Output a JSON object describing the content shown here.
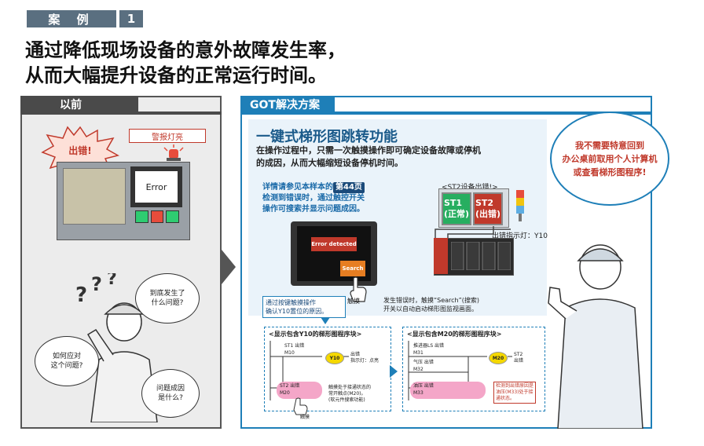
{
  "case": {
    "label": "案 例",
    "number": "1"
  },
  "headline": {
    "line1": "通过降低现场设备的意外故障发生率，",
    "line2": "从而大幅提升设备的正常运行时间。"
  },
  "left_panel": {
    "tab": "以前",
    "alarm_label": "警报灯亮",
    "error_burst": "出错!",
    "screen_text": "Error",
    "bubble_what": "到底发生了\n什么问题?",
    "bubble_how": "如何应对\n这个问题?",
    "bubble_cause": "问题成因\n是什么?"
  },
  "right_panel": {
    "tab": "GOT解决方案",
    "title": "一键式梯形图跳转功能",
    "desc_line1": "在操作过程中，只需一次触摸操作即可确定设备故障或停机",
    "desc_line2": "的成因，从而大幅缩短设备停机时间。",
    "ref_prefix": "详情请参见本样本的",
    "ref_page": "第44页",
    "ref_line2": "检测到错误时，通过触控开关",
    "ref_line3": "操作可搜索并显示问题成因。",
    "st2_error_label": "<ST2设备出错!>",
    "st1_box": "ST1\n(正常)",
    "st2_box": "ST2\n(出错)",
    "light_label": "出错指示灯：Y10",
    "error_detected": "Error detected",
    "search_btn": "Search",
    "callout": "通过按键触摸操作\n确认Y10置位的原因。",
    "touch1": "触摸",
    "mid_text_line1": "发生错误时，触摸“Search”(搜索)",
    "mid_text_line2": "开关以自动启动梯形图监视画面。",
    "ladder1": {
      "title": "<显示包含Y10的梯形图程序块>",
      "st1": "ST1 出错",
      "m10": "M10",
      "coil": "Y10",
      "coil_note": "出错\n指示灯：点亮",
      "st2": "ST2 出错",
      "m20": "M20",
      "note": "触摸处于接通状态的\n常开触点(M20)。\n(软元件搜索功能)",
      "touch": "触摸"
    },
    "ladder2": {
      "title": "<显示包含M20的梯形图程序块>",
      "r1": "推进器LS 出错",
      "m31": "M31",
      "r2": "气压 出错",
      "m32": "M32",
      "r3": "油压 出错",
      "m33": "M33",
      "coil": "M20",
      "coil_note": "ST2\n出错",
      "note": "检测到出错原因是\n油压(M33)处于接\n通状态。"
    },
    "big_bubble": "我不需要特意回到\n办公桌前取用个人计算机\n或查看梯形图程序!"
  },
  "colors": {
    "accent_blue": "#1e7fb8",
    "dark_gray": "#4a4a4a",
    "alarm_red": "#c0392b"
  }
}
